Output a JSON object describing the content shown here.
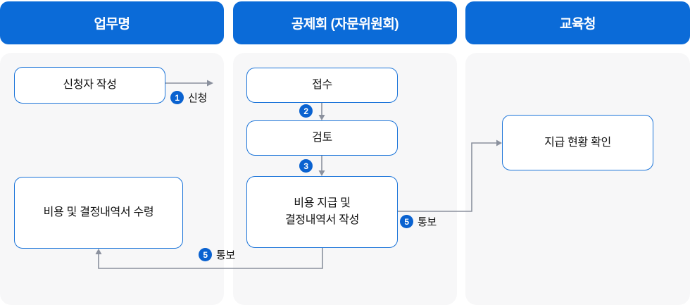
{
  "columns": [
    {
      "title": "업무명"
    },
    {
      "title": "공제회 (자문위원회)"
    },
    {
      "title": "교육청"
    }
  ],
  "boxes": {
    "applicant_write": "신청자 작성",
    "receive_statement": "비용 및 결정내역서 수령",
    "receipt": "접수",
    "review": "검토",
    "payment_line1": "비용 지급 및",
    "payment_line2": "결정내역서 작성",
    "check_status": "지급 현황 확인"
  },
  "steps": {
    "s1": {
      "num": "1",
      "label": "신청"
    },
    "s2": {
      "num": "2"
    },
    "s3": {
      "num": "3"
    },
    "s5_right": {
      "num": "5",
      "label": "통보"
    },
    "s5_bottom": {
      "num": "5",
      "label": "통보"
    }
  },
  "colors": {
    "header_bg": "#0b6bd8",
    "panel_bg": "#f7f7f8",
    "box_border": "#1b74d9",
    "step_circle_bg": "#0a62d0",
    "connector": "#8b919e",
    "header_text": "#ffffff",
    "body_text": "#111111"
  }
}
